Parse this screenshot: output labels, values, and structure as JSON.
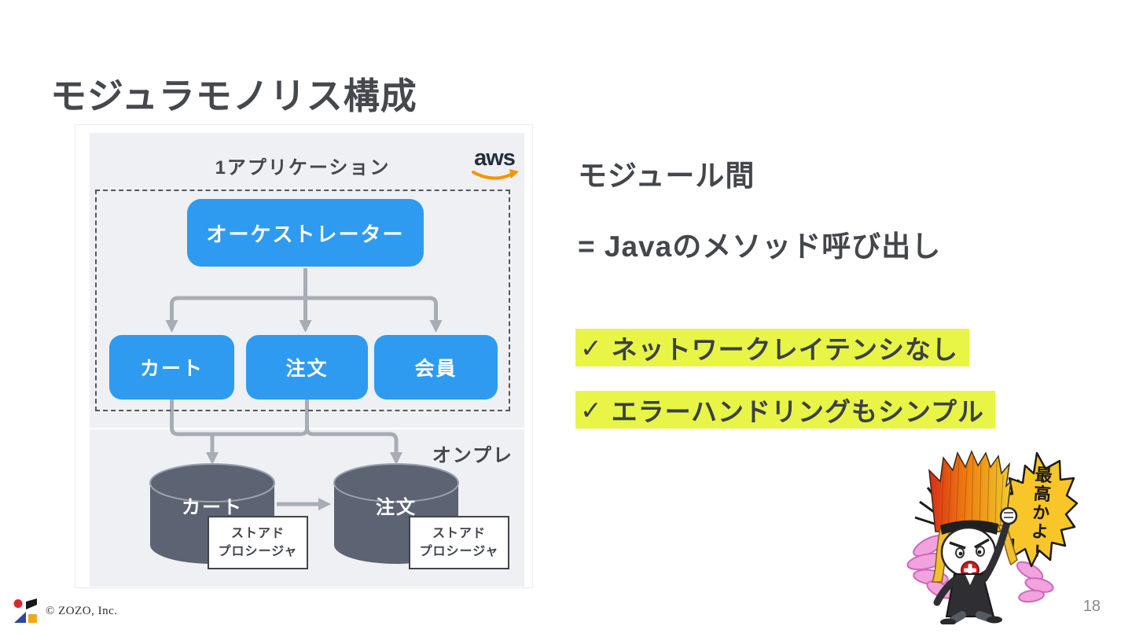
{
  "slide": {
    "title": "モジュラモノリス構成",
    "page_number": "18",
    "copyright": "© ZOZO, Inc."
  },
  "diagram": {
    "app_group_label": "1アプリケーション",
    "aws_label": "aws",
    "orchestrator_label": "オーケストレーター",
    "modules": [
      {
        "label": "カート"
      },
      {
        "label": "注文"
      },
      {
        "label": "会員"
      }
    ],
    "onprem_label": "オンプレ",
    "databases": [
      {
        "label": "カート"
      },
      {
        "label": "注文"
      }
    ],
    "stored_procedure_note": {
      "line1": "ストアド",
      "line2": "プロシージャ"
    }
  },
  "notes": {
    "heading_line1": "モジュール間",
    "heading_line2": "= Javaのメソッド呼び出し",
    "bullets": [
      {
        "check": "✓",
        "text": "ネットワークレイテンシなし"
      },
      {
        "check": "✓",
        "text": "エラーハンドリングもシンプル"
      }
    ]
  },
  "mascot": {
    "speech": "最高かよ!"
  },
  "colors": {
    "accent_blue": "#2e9bf0",
    "highlight_yellow": "#e9f546",
    "cylinder_gray": "#5c6373",
    "arrow_gray": "#a8adb5",
    "aws_orange": "#f79400"
  }
}
